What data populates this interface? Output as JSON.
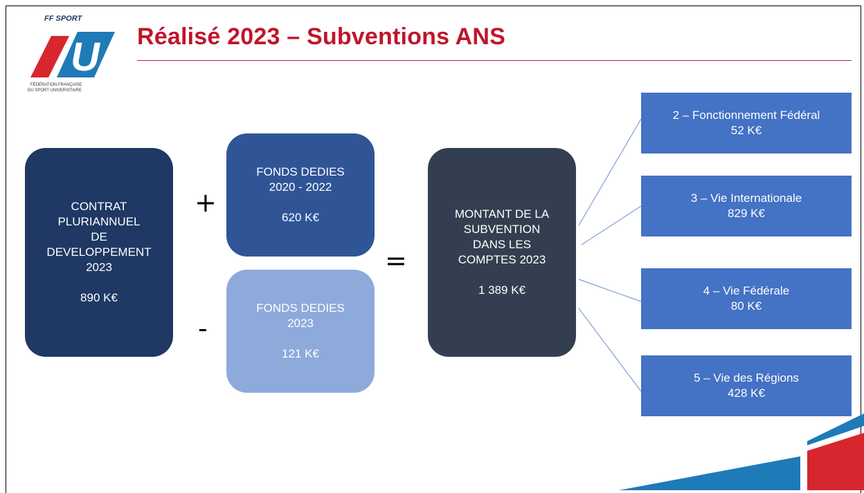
{
  "title": "Réalisé 2023 – Subventions ANS",
  "logo": {
    "brand": "FF SPORT",
    "letter": "U",
    "subtitle_1": "FÉDÉRATION FRANÇAISE",
    "subtitle_2": "DU SPORT UNIVERSITAIRE"
  },
  "contract": {
    "lines": [
      "CONTRAT",
      "PLURIANNUEL",
      "DE",
      "DEVELOPPEMENT",
      "2023"
    ],
    "amount": "890 K€"
  },
  "operators": {
    "plus": "+",
    "minus": "-",
    "equals": "="
  },
  "funds_prior": {
    "lines": [
      "FONDS DEDIES",
      "2020 - 2022"
    ],
    "amount": "620 K€"
  },
  "funds_current": {
    "lines": [
      "FONDS DEDIES",
      "2023"
    ],
    "amount": "121 K€"
  },
  "total": {
    "lines": [
      "MONTANT DE LA",
      "SUBVENTION",
      "DANS LES",
      "COMPTES 2023"
    ],
    "amount": "1 389 K€"
  },
  "breakdown": [
    {
      "label": "2 – Fonctionnement Fédéral",
      "amount": "52 K€"
    },
    {
      "label": "3 – Vie Internationale",
      "amount": "829 K€"
    },
    {
      "label": "4 – Vie Fédérale",
      "amount": "80 K€"
    },
    {
      "label": "5 – Vie des Régions",
      "amount": "428 K€"
    }
  ],
  "colors": {
    "title": "#c0152b",
    "contract": "#1f3864",
    "funds_prior": "#2f5597",
    "funds_current": "#8eaadb",
    "total": "#333f50",
    "breakdown": "#4472c4",
    "accent_red": "#d7262e",
    "accent_blue": "#1f7ab8"
  }
}
